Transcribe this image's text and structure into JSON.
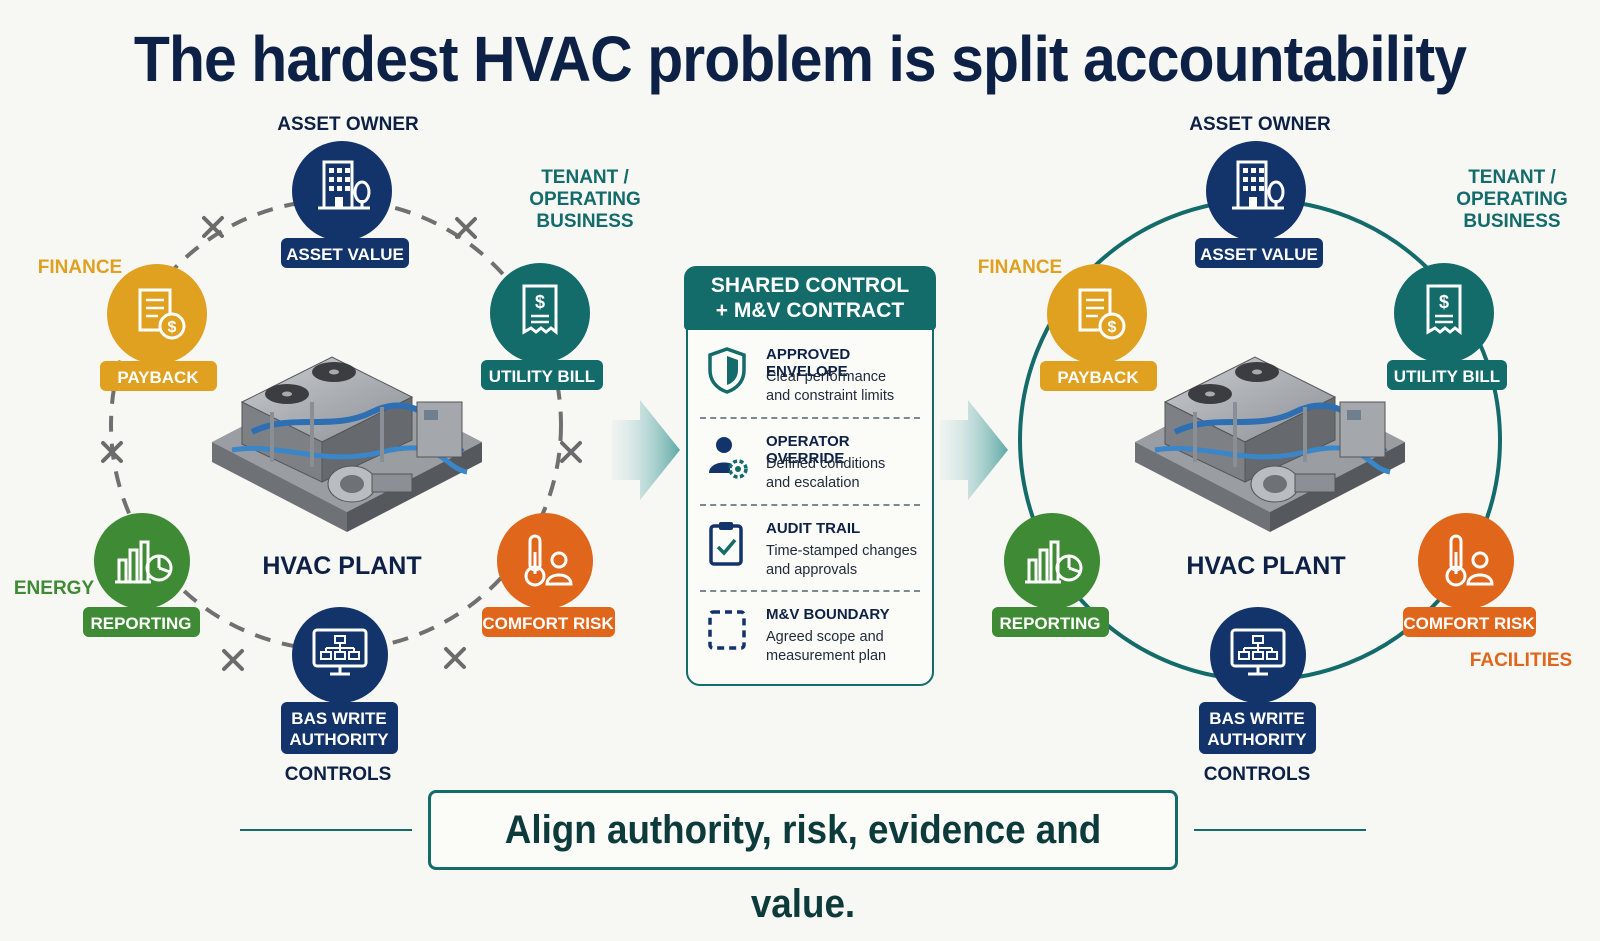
{
  "title": "The hardest HVAC problem is split accountability",
  "colors": {
    "navy": "#13336b",
    "teal": "#136b6a",
    "gold": "#e0a020",
    "green": "#3f8a34",
    "orange": "#e0661c",
    "gray": "#6b6b6b"
  },
  "left": {
    "center_label": "HVAC PLANT",
    "asset_owner": "ASSET OWNER",
    "asset_value": "ASSET VALUE",
    "tenant_line1": "TENANT /",
    "tenant_line2": "OPERATING",
    "tenant_line3": "BUSINESS",
    "utility_bill": "UTILITY BILL",
    "finance": "FINANCE",
    "payback": "PAYBACK",
    "energy": "ENERGY",
    "reporting": "REPORTING",
    "comfort_risk": "COMFORT RISK",
    "bas_line1": "BAS WRITE",
    "bas_line2": "AUTHORITY",
    "controls": "CONTROLS"
  },
  "right": {
    "center_label": "HVAC PLANT",
    "asset_owner": "ASSET OWNER",
    "asset_value": "ASSET VALUE",
    "tenant_line1": "TENANT /",
    "tenant_line2": "OPERATING",
    "tenant_line3": "BUSINESS",
    "utility_bill": "UTILITY BILL",
    "finance": "FINANCE",
    "payback": "PAYBACK",
    "reporting": "REPORTING",
    "comfort_risk": "COMFORT RISK",
    "facilities": "FACILITIES",
    "bas_line1": "BAS WRITE",
    "bas_line2": "AUTHORITY",
    "controls": "CONTROLS"
  },
  "contract": {
    "head_line1": "SHARED CONTROL",
    "head_line2": "+ M&V CONTRACT",
    "items": [
      {
        "title": "APPROVED ENVELOPE",
        "line1": "Clear performance",
        "line2": "and constraint limits",
        "icon": "shield-icon"
      },
      {
        "title": "OPERATOR OVERRIDE",
        "line1": "Defined conditions",
        "line2": "and escalation",
        "icon": "operator-gear-icon"
      },
      {
        "title": "AUDIT TRAIL",
        "line1": "Time-stamped changes",
        "line2": "and approvals",
        "icon": "clipboard-check-icon"
      },
      {
        "title": "M&V BOUNDARY",
        "line1": "Agreed scope and",
        "line2": "measurement plan",
        "icon": "dashed-boundary-icon"
      }
    ]
  },
  "footer": "Align authority, risk, evidence and value."
}
